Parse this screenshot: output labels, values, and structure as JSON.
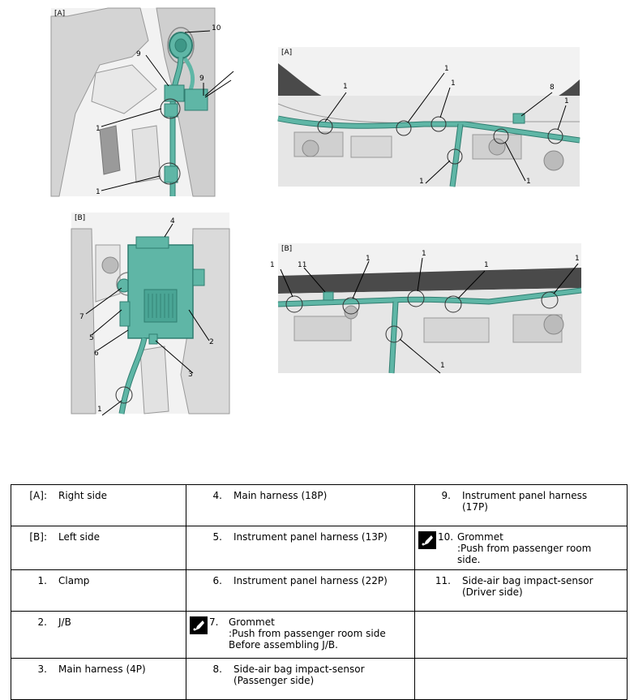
{
  "figures": {
    "a_top_left": {
      "tag": "[A]",
      "callouts": [
        "10",
        "9",
        "9",
        "1",
        "1"
      ]
    },
    "a_top_right": {
      "tag": "[A]",
      "callouts": [
        "1",
        "1",
        "1",
        "8",
        "1",
        "1",
        "1"
      ]
    },
    "b_bottom_left": {
      "tag": "[B]",
      "callouts": [
        "4",
        "7",
        "5",
        "6",
        "2",
        "3",
        "1"
      ]
    },
    "b_bottom_right": {
      "tag": "[B]",
      "callouts": [
        "1",
        "11",
        "1",
        "1",
        "1",
        "1",
        "1"
      ]
    }
  },
  "legend": {
    "rows": [
      [
        {
          "num": "[A]:",
          "text": "Right side"
        },
        {
          "num": "4.",
          "text": "Main harness (18P)"
        },
        {
          "num": "9.",
          "text": "Instrument panel harness\n(17P)"
        }
      ],
      [
        {
          "num": "[B]:",
          "text": "Left side"
        },
        {
          "num": "5.",
          "text": "Instrument panel harness (13P)"
        },
        {
          "num": "10.",
          "text": "Grommet\n:Push from passenger room\nside.",
          "icon": "warning-icon"
        }
      ],
      [
        {
          "num": "1.",
          "text": "Clamp"
        },
        {
          "num": "6.",
          "text": "Instrument panel harness (22P)"
        },
        {
          "num": "11.",
          "text": "Side-air bag impact-sensor\n(Driver side)"
        }
      ],
      [
        {
          "num": "2.",
          "text": "J/B"
        },
        {
          "num": "7.",
          "text": "Grommet\n:Push from passenger room side\nBefore assembling J/B.",
          "icon": "warning-icon"
        },
        {
          "num": "",
          "text": ""
        }
      ],
      [
        {
          "num": "3.",
          "text": "Main harness (4P)"
        },
        {
          "num": "8.",
          "text": "Side-air bag impact-sensor\n(Passenger side)"
        },
        {
          "num": "",
          "text": ""
        }
      ]
    ]
  },
  "colors": {
    "harness": "#5fb6a6",
    "harness_dark": "#2f7d70",
    "body_panel": "#d8d8d8",
    "panel_line": "#8a8a8a"
  }
}
